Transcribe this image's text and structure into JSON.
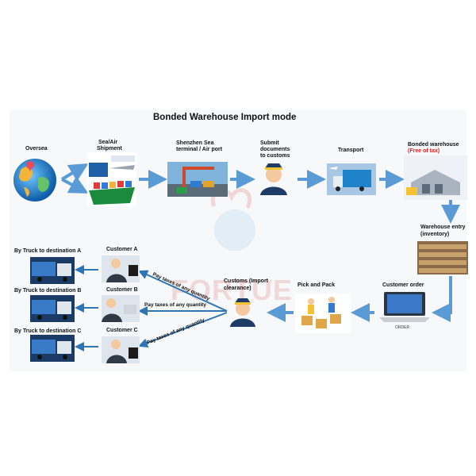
{
  "title": "Bonded Warehouse Import mode",
  "nodes": {
    "oversea": "Oversea",
    "sea_air": [
      "Sea/Air",
      "Shipment"
    ],
    "terminal": [
      "Shenzhen Sea",
      "terminal / Air port"
    ],
    "submit": [
      "Submit",
      "documents",
      "to customs"
    ],
    "transport": "Transport",
    "bonded": "Bonded warehouse",
    "free_tax": "(Free of tax)",
    "entry": [
      "Warehouse entry",
      "(inventory)"
    ],
    "customer_order": "Customer order",
    "pick_pack": "Pick and Pack",
    "customs": [
      "Customs   (Import",
      "clearance)"
    ],
    "customer_a": "Customer A",
    "customer_b": "Customer B",
    "customer_c": "Customer C",
    "truck_a": "By Truck to destination A",
    "truck_b": "By Truck to destination B",
    "truck_c": "By Truck to destination C",
    "pay_taxes": "Pay taxes of any quantity",
    "laptop_text": "ORDER",
    "watermark": "FORTUE"
  },
  "colors": {
    "arrow": "#5b9bd5",
    "arrow_dark": "#2e75b6",
    "red": "#e02020"
  }
}
